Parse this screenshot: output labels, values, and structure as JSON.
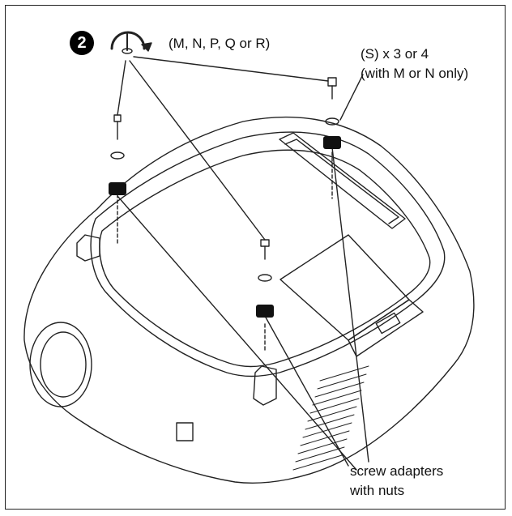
{
  "step": {
    "number": "2",
    "screw_options": "(M, N, P, Q or R)"
  },
  "washer_label": {
    "line1": "(S) x 3 or 4",
    "line2": "(with M or N only)"
  },
  "adapter_label": {
    "line1": "screw adapters",
    "line2": "with nuts"
  },
  "icons": {
    "step_icon": "rotate-screwdriver-icon"
  }
}
